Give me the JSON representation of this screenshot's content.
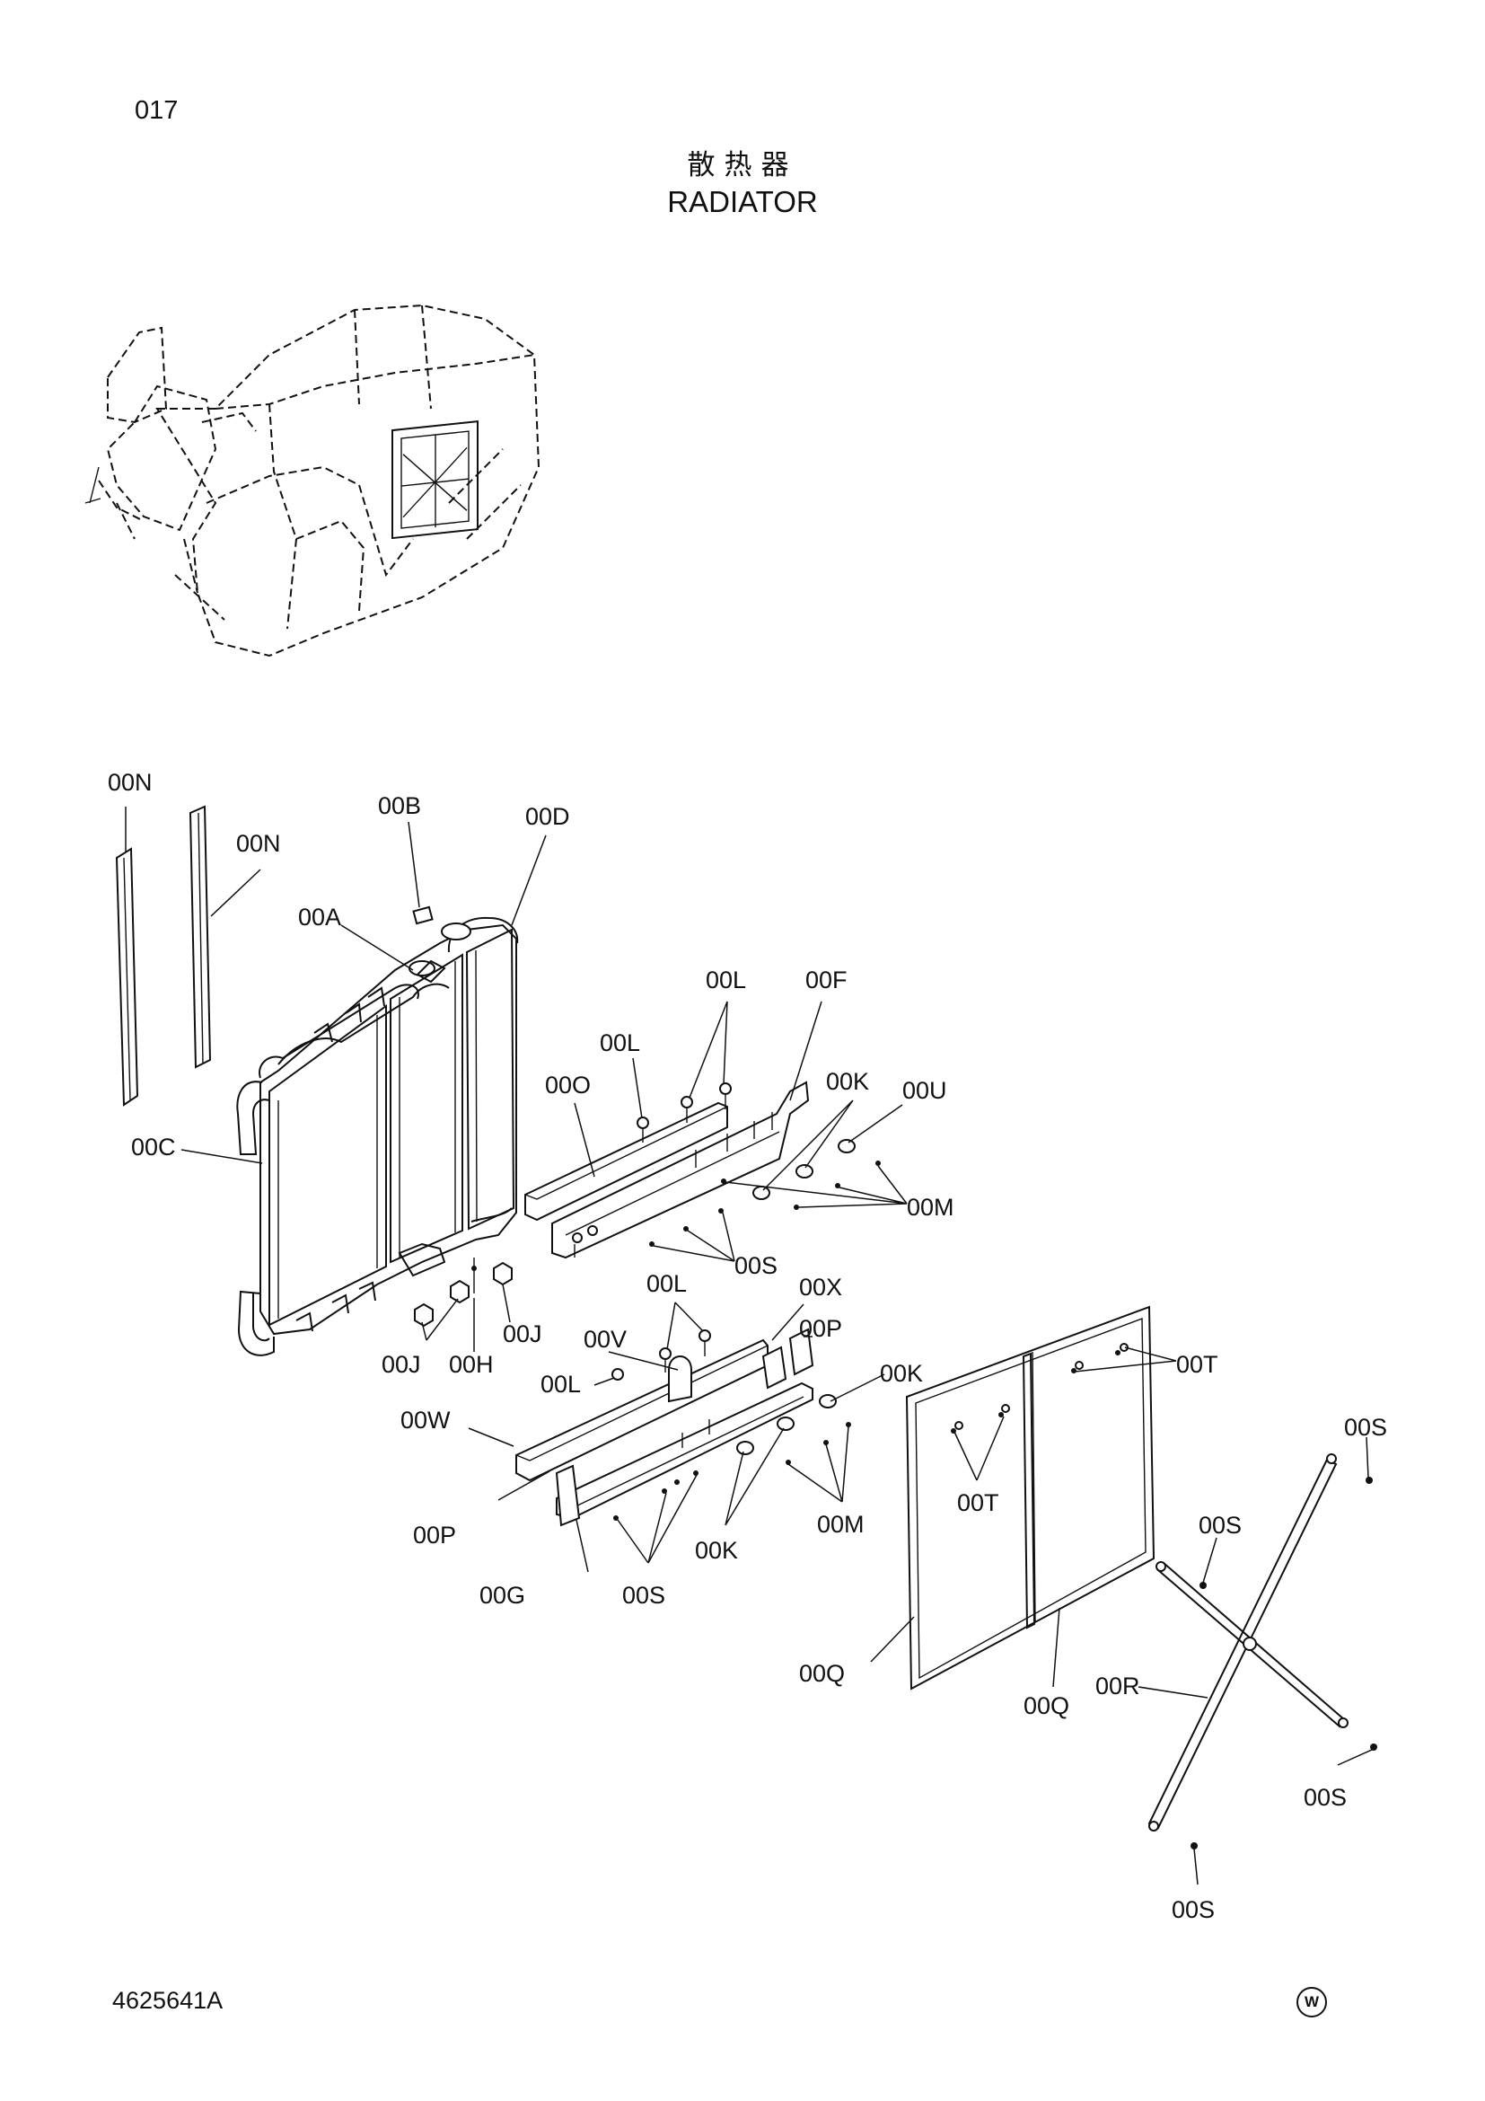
{
  "header": {
    "page_number": "017",
    "title_cn": "散热器",
    "title_en": "RADIATOR"
  },
  "footer": {
    "doc_code": "4625641A",
    "mark": "W"
  },
  "callouts": {
    "n1": "00N",
    "n2": "00N",
    "b": "00B",
    "d": "00D",
    "a": "00A",
    "c": "00C",
    "l1": "00L",
    "l2": "00L",
    "f": "00F",
    "o": "00O",
    "k1": "00K",
    "u": "00U",
    "m1": "00M",
    "s1": "00S",
    "j1": "00J",
    "j2": "00J",
    "h": "00H",
    "l3": "00L",
    "x": "00X",
    "p1": "00P",
    "v": "00V",
    "l4": "00L",
    "k2": "00K",
    "w": "00W",
    "p2": "00P",
    "m2": "00M",
    "k3": "00K",
    "g": "00G",
    "s2": "00S",
    "t1": "00T",
    "t2": "00T",
    "q1": "00Q",
    "q2": "00Q",
    "s3": "00S",
    "s4": "00S",
    "r": "00R",
    "s5": "00S",
    "s6": "00S"
  }
}
